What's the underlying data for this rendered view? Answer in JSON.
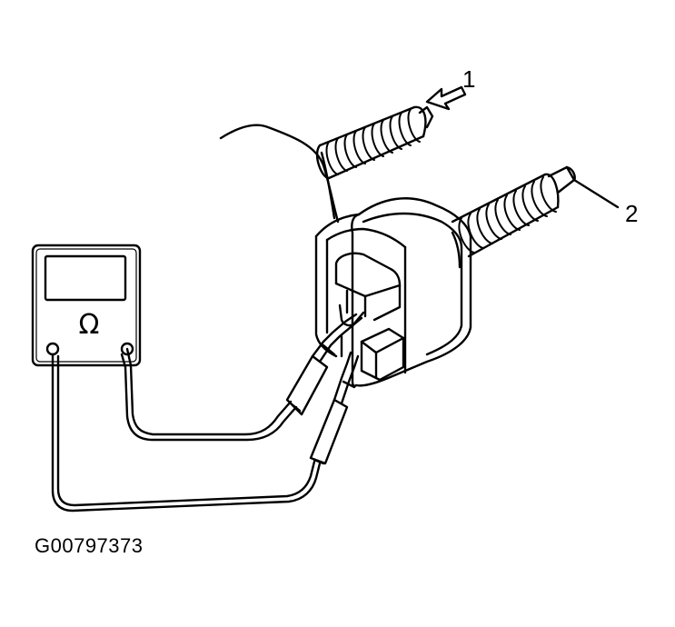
{
  "callouts": {
    "one": "1",
    "two": "2"
  },
  "meter": {
    "symbol": "Ω"
  },
  "figure_id": "G00797373",
  "colors": {
    "ink": "#000000",
    "paper": "#ffffff"
  }
}
